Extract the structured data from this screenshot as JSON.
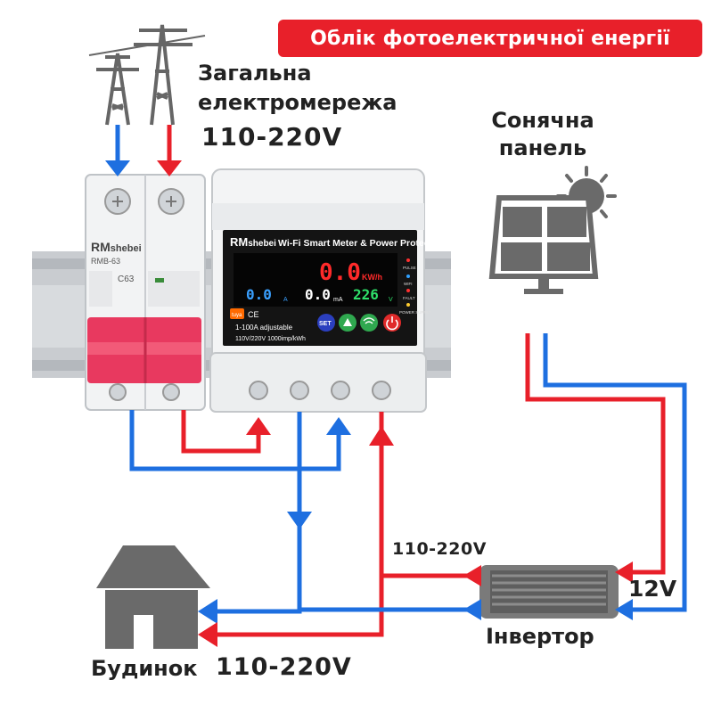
{
  "banner": {
    "text": "Облік фотоелектричної енергії",
    "bg": "#e8202a"
  },
  "grid": {
    "title_line1": "Загальна",
    "title_line2": "електромережа",
    "voltage": "110-220V"
  },
  "solar": {
    "title_line1": "Сонячна",
    "title_line2": "панель"
  },
  "house": {
    "label": "Будинок",
    "voltage": "110-220V"
  },
  "inverter": {
    "label": "Інвертор",
    "ac_voltage": "110-220V",
    "dc_voltage": "12V"
  },
  "breaker": {
    "brand": "RM",
    "brand_suffix": "shebei",
    "model": "RMB-63",
    "rating": "C63"
  },
  "meter": {
    "brand": "RM",
    "brand_suffix": "shebei",
    "product": "Wi-Fi Smart Meter & Power Protector",
    "energy_value": "0.0",
    "energy_unit": "KW/h",
    "current_value": "0.0",
    "current_unit": "A",
    "leak_value": "0.0",
    "leak_unit": "mA",
    "voltage_value": "226",
    "voltage_unit": "V",
    "ind_pulse": "PULSE",
    "ind_wifi": "WIFI",
    "ind_fault": "FAULT",
    "ind_power": "POWER SUPPLY",
    "brand_badge": "tuya",
    "spec_line1": "1-100A adjustable",
    "spec_line2": "110V/220V 1000imp/kWh",
    "btn_set": "SET"
  },
  "colors": {
    "live": "#e8202a",
    "neutral": "#1e6fe0",
    "icon_grey": "#666666",
    "display_bg": "#101010"
  }
}
